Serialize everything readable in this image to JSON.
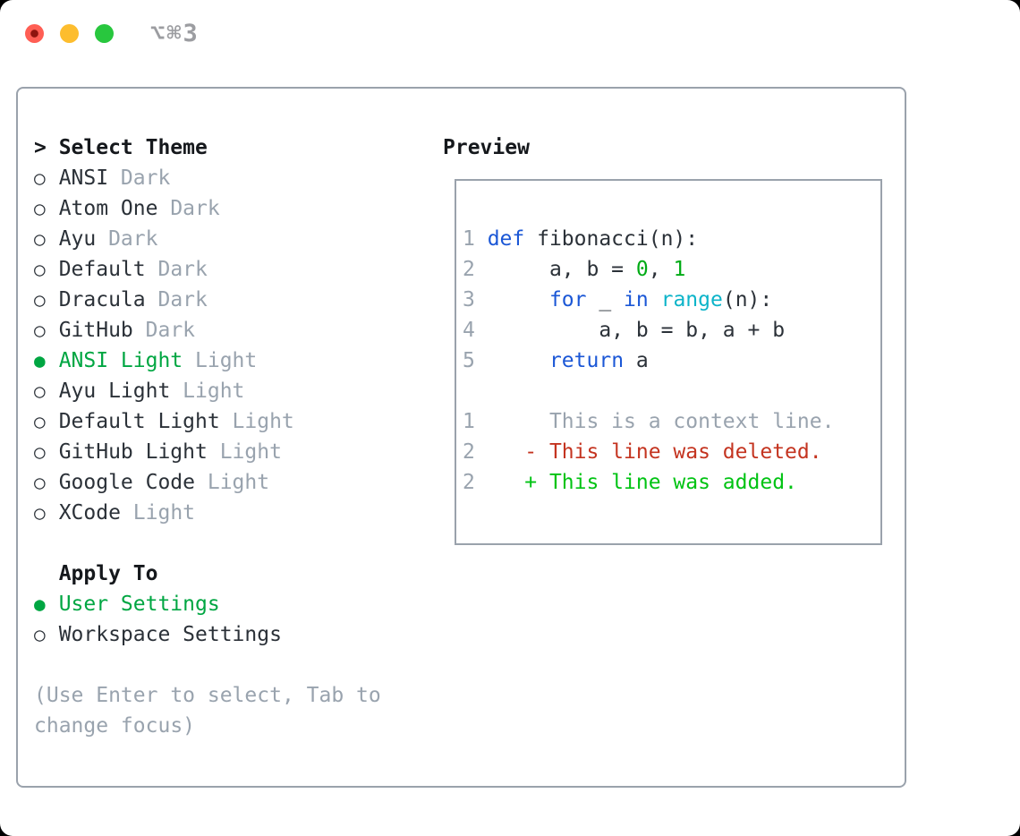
{
  "window": {
    "shortcut": "⌥⌘3",
    "traffic_lights": [
      "close",
      "minimize",
      "zoom"
    ]
  },
  "icons": {
    "radio_unselected": "○",
    "radio_selected": "●",
    "prompt_caret": ">"
  },
  "theme_panel": {
    "header": "Select Theme",
    "prompt": ">",
    "themes": [
      {
        "name": "ANSI",
        "variant": "Dark",
        "selected": false
      },
      {
        "name": "Atom One",
        "variant": "Dark",
        "selected": false
      },
      {
        "name": "Ayu",
        "variant": "Dark",
        "selected": false
      },
      {
        "name": "Default",
        "variant": "Dark",
        "selected": false
      },
      {
        "name": "Dracula",
        "variant": "Dark",
        "selected": false
      },
      {
        "name": "GitHub",
        "variant": "Dark",
        "selected": false
      },
      {
        "name": "ANSI Light",
        "variant": "Light",
        "selected": true
      },
      {
        "name": "Ayu Light",
        "variant": "Light",
        "selected": false
      },
      {
        "name": "Default Light",
        "variant": "Light",
        "selected": false
      },
      {
        "name": "GitHub Light",
        "variant": "Light",
        "selected": false
      },
      {
        "name": "Google Code",
        "variant": "Light",
        "selected": false
      },
      {
        "name": "XCode",
        "variant": "Light",
        "selected": false
      }
    ],
    "apply_header": "Apply To",
    "apply_options": [
      {
        "label": "User Settings",
        "selected": true
      },
      {
        "label": "Workspace Settings",
        "selected": false
      }
    ],
    "hint_lines": [
      "(Use Enter to select, Tab to",
      "change focus)"
    ]
  },
  "preview": {
    "header": "Preview",
    "code_lines": [
      {
        "num": "1",
        "tokens": [
          [
            "1 ",
            "num"
          ],
          [
            "def",
            "kw"
          ],
          [
            " fibonacci(n):",
            "fg"
          ]
        ]
      },
      {
        "num": "2",
        "tokens": [
          [
            "2 ",
            "num"
          ],
          [
            "     a, b = ",
            "fg"
          ],
          [
            "0",
            "lit"
          ],
          [
            ", ",
            "fg"
          ],
          [
            "1",
            "lit"
          ]
        ]
      },
      {
        "num": "3",
        "tokens": [
          [
            "3 ",
            "num"
          ],
          [
            "     ",
            "fg"
          ],
          [
            "for",
            "kw"
          ],
          [
            " _ ",
            "fg"
          ],
          [
            "in",
            "kw"
          ],
          [
            " ",
            "fg"
          ],
          [
            "range",
            "bi"
          ],
          [
            "(n):",
            "fg"
          ]
        ]
      },
      {
        "num": "4",
        "tokens": [
          [
            "4 ",
            "num"
          ],
          [
            "         a, b = b, a + b",
            "fg"
          ]
        ]
      },
      {
        "num": "5",
        "tokens": [
          [
            "5 ",
            "num"
          ],
          [
            "     ",
            "fg"
          ],
          [
            "return",
            "kw"
          ],
          [
            " a",
            "fg"
          ]
        ]
      }
    ],
    "diff_lines": [
      {
        "num": "1",
        "tokens": [
          [
            "1 ",
            "num"
          ],
          [
            "     This is a context line.",
            "muted"
          ]
        ]
      },
      {
        "num": "2",
        "tokens": [
          [
            "2 ",
            "num"
          ],
          [
            "   - This line was deleted.",
            "del"
          ]
        ]
      },
      {
        "num": "2",
        "tokens": [
          [
            "2 ",
            "num"
          ],
          [
            "   + This line was added.",
            "add"
          ]
        ]
      }
    ]
  },
  "colors": {
    "fg": "#2b3138",
    "heading": "#15181c",
    "muted": "#99a3ae",
    "border": "#9aa2ac",
    "green_select": "#00a642",
    "green_added": "#00c313",
    "green_literal": "#00ab15",
    "red_removed": "#c43420",
    "blue_keyword": "#1b57d6",
    "cyan_builtin": "#0db4c9",
    "title_gray": "#9c9da1",
    "traffic_red": "#ff5e54",
    "traffic_red_dot": "#8e150f",
    "traffic_yellow": "#fdbd2e",
    "traffic_green": "#28c73e"
  }
}
